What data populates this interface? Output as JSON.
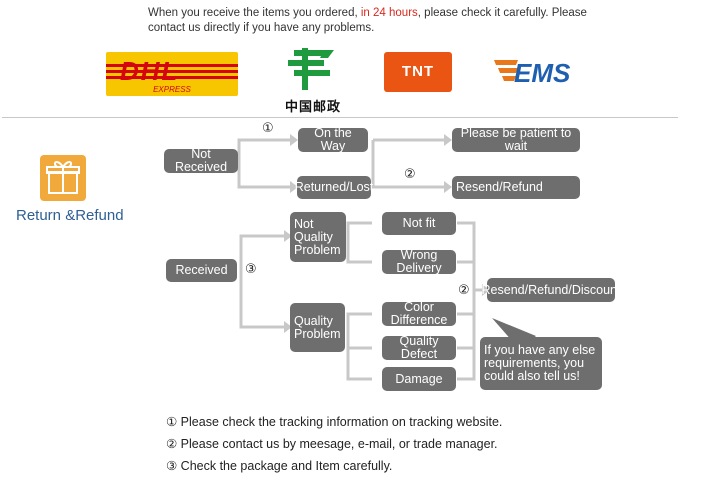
{
  "notice": {
    "prefix": "When you receive the items you ordered,",
    "highlight": "in 24 hours",
    "suffix": ", please check it carefully. Please",
    "line2": "contact us directly if you have any problems."
  },
  "logos": {
    "dhl": {
      "word": "DHL",
      "sub": "EXPRESS"
    },
    "china_post": {
      "text": "中国邮政"
    },
    "tnt": {
      "word": "TNT"
    },
    "ems": {
      "word": "EMS"
    }
  },
  "section": {
    "title": "Return &Refund"
  },
  "flow": {
    "not_received": "Not Received",
    "on_the_way": "On the Way",
    "returned_lost": "Returned/Lost",
    "be_patient": "Please be patient to wait",
    "resend_refund": "Resend/Refund",
    "received": "Received",
    "not_quality": "Not Quality Problem",
    "quality": "Quality Problem",
    "not_fit": "Not fit",
    "wrong_delivery": "Wrong Delivery",
    "color_difference": "Color Difference",
    "quality_defect": "Quality Defect",
    "damage": "Damage",
    "resend_refund_discount": "Resend/Refund/Discount",
    "requirements": "If you have any else requirements, you could also tell us!",
    "marker1": "①",
    "marker2a": "②",
    "marker3": "③",
    "marker2b": "②"
  },
  "notes": [
    "① Please check the tracking information on tracking website.",
    "② Please contact us by meesage, e-mail, or trade manager.",
    "③ Check the package and Item carefully."
  ],
  "colors": {
    "box": "#6e6e6e",
    "line": "#c8c8c8",
    "highlight": "#d9281e",
    "title": "#2f5f93"
  }
}
